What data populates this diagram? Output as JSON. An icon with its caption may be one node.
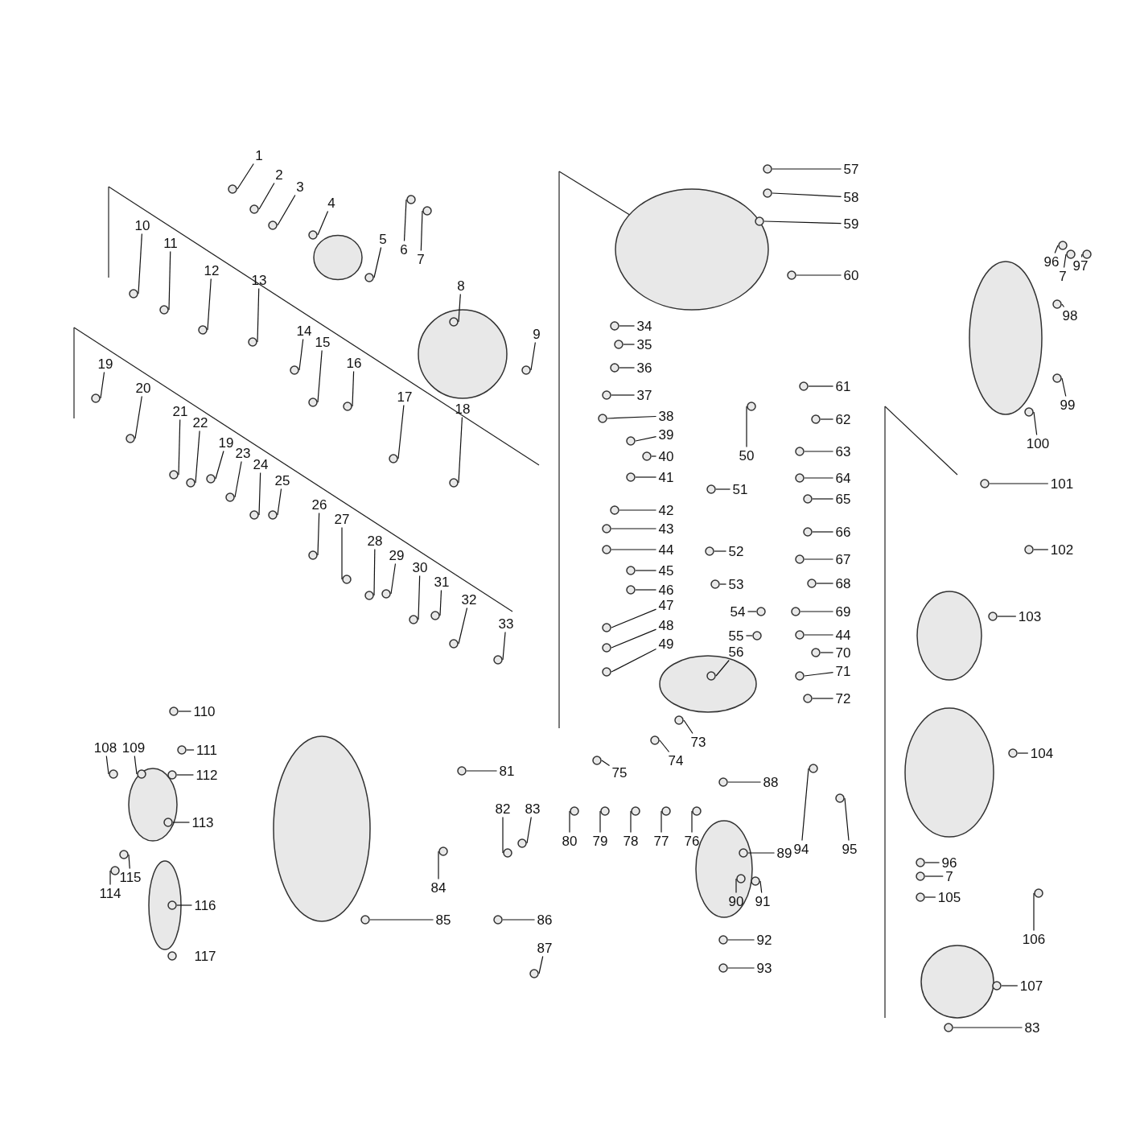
{
  "diagram": {
    "nodes": [
      {
        "text": [
          "1"
        ]
      },
      {
        "text": [
          "2"
        ]
      },
      {
        "text": [
          "3"
        ]
      },
      {
        "text": [
          "4"
        ]
      },
      {
        "text": [
          "5"
        ]
      },
      {
        "text": [
          "6"
        ]
      },
      {
        "text": [
          "7"
        ]
      },
      {
        "text": [
          "8"
        ]
      },
      {
        "text": [
          "9"
        ]
      },
      {
        "text": [
          "10"
        ]
      },
      {
        "text": [
          "11"
        ]
      },
      {
        "text": [
          "12"
        ]
      },
      {
        "text": [
          "13"
        ]
      },
      {
        "text": [
          "14"
        ]
      },
      {
        "text": [
          "15"
        ]
      },
      {
        "text": [
          "16"
        ]
      },
      {
        "text": [
          "17"
        ]
      },
      {
        "text": [
          "18"
        ]
      },
      {
        "text": [
          "19"
        ]
      },
      {
        "text": [
          "20"
        ]
      },
      {
        "text": [
          "21"
        ]
      },
      {
        "text": [
          "22"
        ]
      },
      {
        "text": [
          "19"
        ]
      },
      {
        "text": [
          "23"
        ]
      },
      {
        "text": [
          "24"
        ]
      },
      {
        "text": [
          "25"
        ]
      },
      {
        "text": [
          "26"
        ]
      },
      {
        "text": [
          "27"
        ]
      },
      {
        "text": [
          "28"
        ]
      },
      {
        "text": [
          "29"
        ]
      },
      {
        "text": [
          "30"
        ]
      },
      {
        "text": [
          "31"
        ]
      },
      {
        "text": [
          "32"
        ]
      },
      {
        "text": [
          "33"
        ]
      },
      {
        "text": [
          "57"
        ]
      },
      {
        "text": [
          "58"
        ]
      },
      {
        "text": [
          "59"
        ]
      },
      {
        "text": [
          "60"
        ]
      },
      {
        "text": [
          "34"
        ]
      },
      {
        "text": [
          "35"
        ]
      },
      {
        "text": [
          "36"
        ]
      },
      {
        "text": [
          "37"
        ]
      },
      {
        "text": [
          "38"
        ]
      },
      {
        "text": [
          "39"
        ]
      },
      {
        "text": [
          "40"
        ]
      },
      {
        "text": [
          "41"
        ]
      },
      {
        "text": [
          "42"
        ]
      },
      {
        "text": [
          "43"
        ]
      },
      {
        "text": [
          "44"
        ]
      },
      {
        "text": [
          "45"
        ]
      },
      {
        "text": [
          "46"
        ]
      },
      {
        "text": [
          "47"
        ]
      },
      {
        "text": [
          "48"
        ]
      },
      {
        "text": [
          "49"
        ]
      },
      {
        "text": [
          "50"
        ]
      },
      {
        "text": [
          "51"
        ]
      },
      {
        "text": [
          "52"
        ]
      },
      {
        "text": [
          "53"
        ]
      },
      {
        "text": [
          "54"
        ]
      },
      {
        "text": [
          "55"
        ]
      },
      {
        "text": [
          "56"
        ]
      },
      {
        "text": [
          "61"
        ]
      },
      {
        "text": [
          "62"
        ]
      },
      {
        "text": [
          "63"
        ]
      },
      {
        "text": [
          "64"
        ]
      },
      {
        "text": [
          "65"
        ]
      },
      {
        "text": [
          "66"
        ]
      },
      {
        "text": [
          "67"
        ]
      },
      {
        "text": [
          "68"
        ]
      },
      {
        "text": [
          "69"
        ]
      },
      {
        "text": [
          "44"
        ]
      },
      {
        "text": [
          "70"
        ]
      },
      {
        "text": [
          "71"
        ]
      },
      {
        "text": [
          "72"
        ]
      },
      {
        "text": [
          "73"
        ]
      },
      {
        "text": [
          "74"
        ]
      },
      {
        "text": [
          "75"
        ]
      },
      {
        "text": [
          "76"
        ]
      },
      {
        "text": [
          "77"
        ]
      },
      {
        "text": [
          "78"
        ]
      },
      {
        "text": [
          "79"
        ]
      },
      {
        "text": [
          "80"
        ]
      },
      {
        "text": [
          "81"
        ]
      },
      {
        "text": [
          "82"
        ]
      },
      {
        "text": [
          "83"
        ]
      },
      {
        "text": [
          "84"
        ]
      },
      {
        "text": [
          "85"
        ]
      },
      {
        "text": [
          "86"
        ]
      },
      {
        "text": [
          "87"
        ]
      },
      {
        "text": [
          "88"
        ]
      },
      {
        "text": [
          "89"
        ]
      },
      {
        "text": [
          "90"
        ]
      },
      {
        "text": [
          "91"
        ]
      },
      {
        "text": [
          "92"
        ]
      },
      {
        "text": [
          "93"
        ]
      },
      {
        "text": [
          "94"
        ]
      },
      {
        "text": [
          "95"
        ]
      },
      {
        "text": [
          "96"
        ]
      },
      {
        "text": [
          "7"
        ]
      },
      {
        "text": [
          "97"
        ]
      },
      {
        "text": [
          "98"
        ]
      },
      {
        "text": [
          "99"
        ]
      },
      {
        "text": [
          "100"
        ]
      },
      {
        "text": [
          "101"
        ]
      },
      {
        "text": [
          "102"
        ]
      },
      {
        "text": [
          "103"
        ]
      },
      {
        "text": [
          "104"
        ]
      },
      {
        "text": [
          "96"
        ]
      },
      {
        "text": [
          "7"
        ]
      },
      {
        "text": [
          "105"
        ]
      },
      {
        "text": [
          "106"
        ]
      },
      {
        "text": [
          "107"
        ]
      },
      {
        "text": [
          "83"
        ]
      },
      {
        "text": [
          "110"
        ]
      },
      {
        "text": [
          "111"
        ]
      },
      {
        "text": [
          "112"
        ]
      },
      {
        "text": [
          "113"
        ]
      },
      {
        "text": [
          "108"
        ]
      },
      {
        "text": [
          "109"
        ]
      },
      {
        "text": [
          "114"
        ]
      },
      {
        "text": [
          "115"
        ]
      },
      {
        "text": [
          "116"
        ]
      },
      {
        "text": [
          "117"
        ]
      }
    ],
    "edges": [
      {
        "from": 0,
        "to": null,
        "arrow": "none"
      },
      {
        "from": 1,
        "to": null,
        "arrow": "none"
      },
      {
        "from": 2,
        "to": null,
        "arrow": "none"
      },
      {
        "from": 3,
        "to": null,
        "arrow": "none"
      },
      {
        "from": 4,
        "to": null,
        "arrow": "none"
      },
      {
        "from": 5,
        "to": null,
        "arrow": "none"
      },
      {
        "from": 6,
        "to": null,
        "arrow": "none"
      },
      {
        "from": 7,
        "to": null,
        "arrow": "none"
      },
      {
        "from": 8,
        "to": null,
        "arrow": "none"
      },
      {
        "from": 9,
        "to": null,
        "arrow": "none"
      },
      {
        "from": 10,
        "to": null,
        "arrow": "none"
      },
      {
        "from": 11,
        "to": null,
        "arrow": "none"
      },
      {
        "from": 12,
        "to": null,
        "arrow": "none"
      },
      {
        "from": 13,
        "to": null,
        "arrow": "none"
      },
      {
        "from": 14,
        "to": null,
        "arrow": "none"
      },
      {
        "from": 15,
        "to": null,
        "arrow": "none"
      },
      {
        "from": 16,
        "to": null,
        "arrow": "none"
      },
      {
        "from": 17,
        "to": null,
        "arrow": "none"
      },
      {
        "from": 18,
        "to": null,
        "arrow": "none"
      },
      {
        "from": 19,
        "to": null,
        "arrow": "none"
      },
      {
        "from": 20,
        "to": null,
        "arrow": "none"
      },
      {
        "from": 21,
        "to": null,
        "arrow": "none"
      },
      {
        "from": 22,
        "to": null,
        "arrow": "none"
      },
      {
        "from": 23,
        "to": null,
        "arrow": "none"
      },
      {
        "from": 24,
        "to": null,
        "arrow": "none"
      },
      {
        "from": 25,
        "to": null,
        "arrow": "none"
      },
      {
        "from": 26,
        "to": null,
        "arrow": "none"
      },
      {
        "from": 27,
        "to": null,
        "arrow": "none"
      },
      {
        "from": 28,
        "to": null,
        "arrow": "none"
      },
      {
        "from": 29,
        "to": null,
        "arrow": "none"
      },
      {
        "from": 30,
        "to": null,
        "arrow": "none"
      },
      {
        "from": 31,
        "to": null,
        "arrow": "none"
      },
      {
        "from": 32,
        "to": null,
        "arrow": "none"
      },
      {
        "from": 33,
        "to": null,
        "arrow": "none"
      },
      {
        "from": 34,
        "to": null,
        "arrow": "none"
      },
      {
        "from": 35,
        "to": null,
        "arrow": "none"
      },
      {
        "from": 36,
        "to": null,
        "arrow": "none"
      },
      {
        "from": 37,
        "to": null,
        "arrow": "none"
      },
      {
        "from": 38,
        "to": null,
        "arrow": "none"
      },
      {
        "from": 39,
        "to": null,
        "arrow": "none"
      },
      {
        "from": 40,
        "to": null,
        "arrow": "none"
      },
      {
        "from": 41,
        "to": null,
        "arrow": "none"
      },
      {
        "from": 42,
        "to": null,
        "arrow": "none"
      },
      {
        "from": 43,
        "to": null,
        "arrow": "none"
      },
      {
        "from": 44,
        "to": null,
        "arrow": "none"
      },
      {
        "from": 45,
        "to": null,
        "arrow": "none"
      },
      {
        "from": 46,
        "to": null,
        "arrow": "none"
      },
      {
        "from": 47,
        "to": null,
        "arrow": "none"
      },
      {
        "from": 48,
        "to": null,
        "arrow": "none"
      },
      {
        "from": 49,
        "to": null,
        "arrow": "none"
      },
      {
        "from": 50,
        "to": null,
        "arrow": "none"
      },
      {
        "from": 51,
        "to": null,
        "arrow": "none"
      },
      {
        "from": 52,
        "to": null,
        "arrow": "none"
      },
      {
        "from": 53,
        "to": null,
        "arrow": "none"
      },
      {
        "from": 54,
        "to": null,
        "arrow": "none"
      },
      {
        "from": 55,
        "to": null,
        "arrow": "none"
      },
      {
        "from": 56,
        "to": null,
        "arrow": "none"
      },
      {
        "from": 57,
        "to": null,
        "arrow": "none"
      },
      {
        "from": 58,
        "to": null,
        "arrow": "none"
      },
      {
        "from": 59,
        "to": null,
        "arrow": "none"
      },
      {
        "from": 60,
        "to": null,
        "arrow": "none"
      },
      {
        "from": 61,
        "to": null,
        "arrow": "none"
      },
      {
        "from": 62,
        "to": null,
        "arrow": "none"
      },
      {
        "from": 63,
        "to": null,
        "arrow": "none"
      },
      {
        "from": 64,
        "to": null,
        "arrow": "none"
      },
      {
        "from": 65,
        "to": null,
        "arrow": "none"
      },
      {
        "from": 66,
        "to": null,
        "arrow": "none"
      },
      {
        "from": 67,
        "to": null,
        "arrow": "none"
      },
      {
        "from": 68,
        "to": null,
        "arrow": "none"
      },
      {
        "from": 69,
        "to": null,
        "arrow": "none"
      },
      {
        "from": 70,
        "to": null,
        "arrow": "none"
      },
      {
        "from": 71,
        "to": null,
        "arrow": "none"
      },
      {
        "from": 72,
        "to": null,
        "arrow": "none"
      },
      {
        "from": 73,
        "to": null,
        "arrow": "none"
      },
      {
        "from": 74,
        "to": null,
        "arrow": "none"
      },
      {
        "from": 75,
        "to": null,
        "arrow": "none"
      },
      {
        "from": 76,
        "to": null,
        "arrow": "none"
      },
      {
        "from": 77,
        "to": null,
        "arrow": "none"
      },
      {
        "from": 78,
        "to": null,
        "arrow": "none"
      },
      {
        "from": 79,
        "to": null,
        "arrow": "none"
      },
      {
        "from": 80,
        "to": null,
        "arrow": "none"
      },
      {
        "from": 81,
        "to": null,
        "arrow": "none"
      },
      {
        "from": 82,
        "to": null,
        "arrow": "none"
      },
      {
        "from": 83,
        "to": null,
        "arrow": "none"
      },
      {
        "from": 84,
        "to": null,
        "arrow": "none"
      },
      {
        "from": 85,
        "to": null,
        "arrow": "none"
      },
      {
        "from": 86,
        "to": null,
        "arrow": "none"
      },
      {
        "from": 87,
        "to": null,
        "arrow": "none"
      },
      {
        "from": 88,
        "to": null,
        "arrow": "none"
      },
      {
        "from": 89,
        "to": null,
        "arrow": "none"
      },
      {
        "from": 90,
        "to": null,
        "arrow": "none"
      },
      {
        "from": 91,
        "to": null,
        "arrow": "none"
      },
      {
        "from": 92,
        "to": null,
        "arrow": "none"
      },
      {
        "from": 93,
        "to": null,
        "arrow": "none"
      },
      {
        "from": 94,
        "to": null,
        "arrow": "none"
      },
      {
        "from": 95,
        "to": null,
        "arrow": "none"
      },
      {
        "from": 96,
        "to": null,
        "arrow": "none"
      },
      {
        "from": 97,
        "to": null,
        "arrow": "none"
      },
      {
        "from": 98,
        "to": null,
        "arrow": "none"
      },
      {
        "from": 99,
        "to": null,
        "arrow": "none"
      },
      {
        "from": 100,
        "to": null,
        "arrow": "none"
      },
      {
        "from": 101,
        "to": null,
        "arrow": "none"
      },
      {
        "from": 102,
        "to": null,
        "arrow": "none"
      },
      {
        "from": 103,
        "to": null,
        "arrow": "none"
      },
      {
        "from": 104,
        "to": null,
        "arrow": "none"
      },
      {
        "from": 105,
        "to": null,
        "arrow": "none"
      },
      {
        "from": 106,
        "to": null,
        "arrow": "none"
      },
      {
        "from": 107,
        "to": null,
        "arrow": "none"
      },
      {
        "from": 108,
        "to": null,
        "arrow": "none"
      },
      {
        "from": 109,
        "to": null,
        "arrow": "none"
      },
      {
        "from": 110,
        "to": null,
        "arrow": "none"
      },
      {
        "from": 111,
        "to": null,
        "arrow": "none"
      },
      {
        "from": 112,
        "to": null,
        "arrow": "none"
      },
      {
        "from": 113,
        "to": null,
        "arrow": "none"
      },
      {
        "from": 114,
        "to": null,
        "arrow": "none"
      },
      {
        "from": 115,
        "to": null,
        "arrow": "none"
      },
      {
        "from": 116,
        "to": null,
        "arrow": "none"
      },
      {
        "from": 117,
        "to": null,
        "arrow": "none"
      },
      {
        "from": 118,
        "to": null,
        "arrow": "none"
      },
      {
        "from": 119,
        "to": null,
        "arrow": "none"
      },
      {
        "from": 120,
        "to": null,
        "arrow": "none"
      },
      {
        "from": 121,
        "to": null,
        "arrow": "none"
      }
    ]
  }
}
